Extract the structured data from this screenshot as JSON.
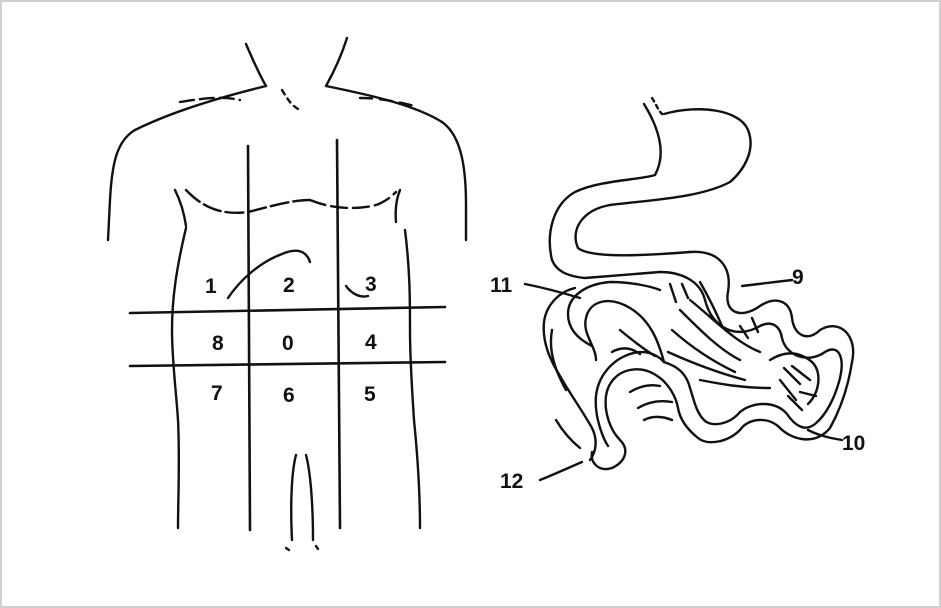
{
  "figure": {
    "border_color": "#cfcfcf",
    "ink_color": "#111111",
    "abdomen_regions": [
      {
        "id": "r1",
        "label": "1"
      },
      {
        "id": "r2",
        "label": "2"
      },
      {
        "id": "r3",
        "label": "3"
      },
      {
        "id": "r8",
        "label": "8"
      },
      {
        "id": "r0",
        "label": "0"
      },
      {
        "id": "r4",
        "label": "4"
      },
      {
        "id": "r7",
        "label": "7"
      },
      {
        "id": "r6",
        "label": "6"
      },
      {
        "id": "r5",
        "label": "5"
      }
    ],
    "bowel_callouts": [
      {
        "id": "c9",
        "label": "9"
      },
      {
        "id": "c10",
        "label": "10"
      },
      {
        "id": "c11",
        "label": "11"
      },
      {
        "id": "c12",
        "label": "12"
      }
    ]
  }
}
